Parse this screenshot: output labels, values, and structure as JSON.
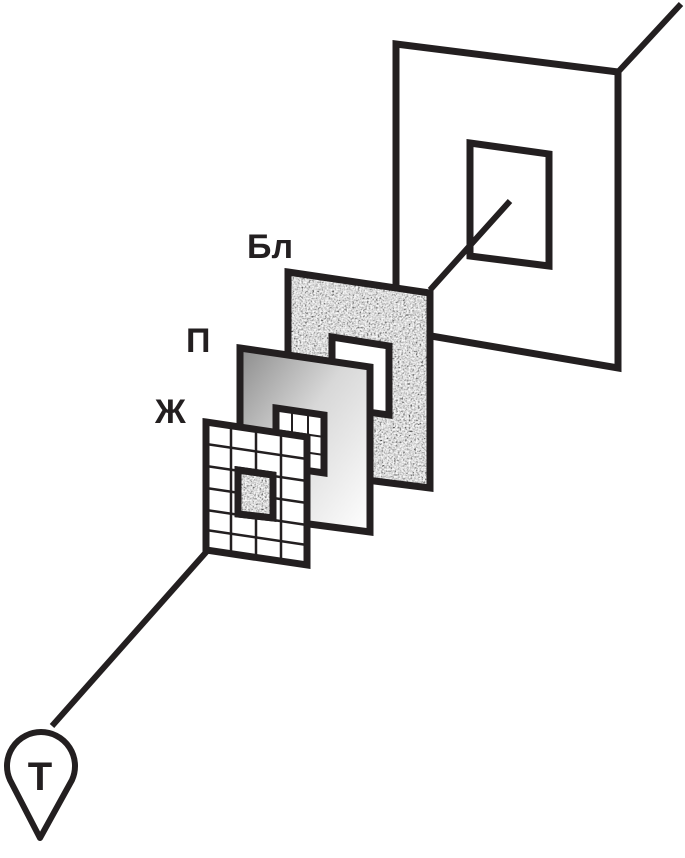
{
  "labels": {
    "bl": "Бл",
    "p": "П",
    "zh": "Ж",
    "t": "Т"
  },
  "colors": {
    "stroke": "#231f20",
    "background": "#ffffff",
    "gradient_light": "#ffffff",
    "gradient_dark": "#8c8c8c"
  }
}
